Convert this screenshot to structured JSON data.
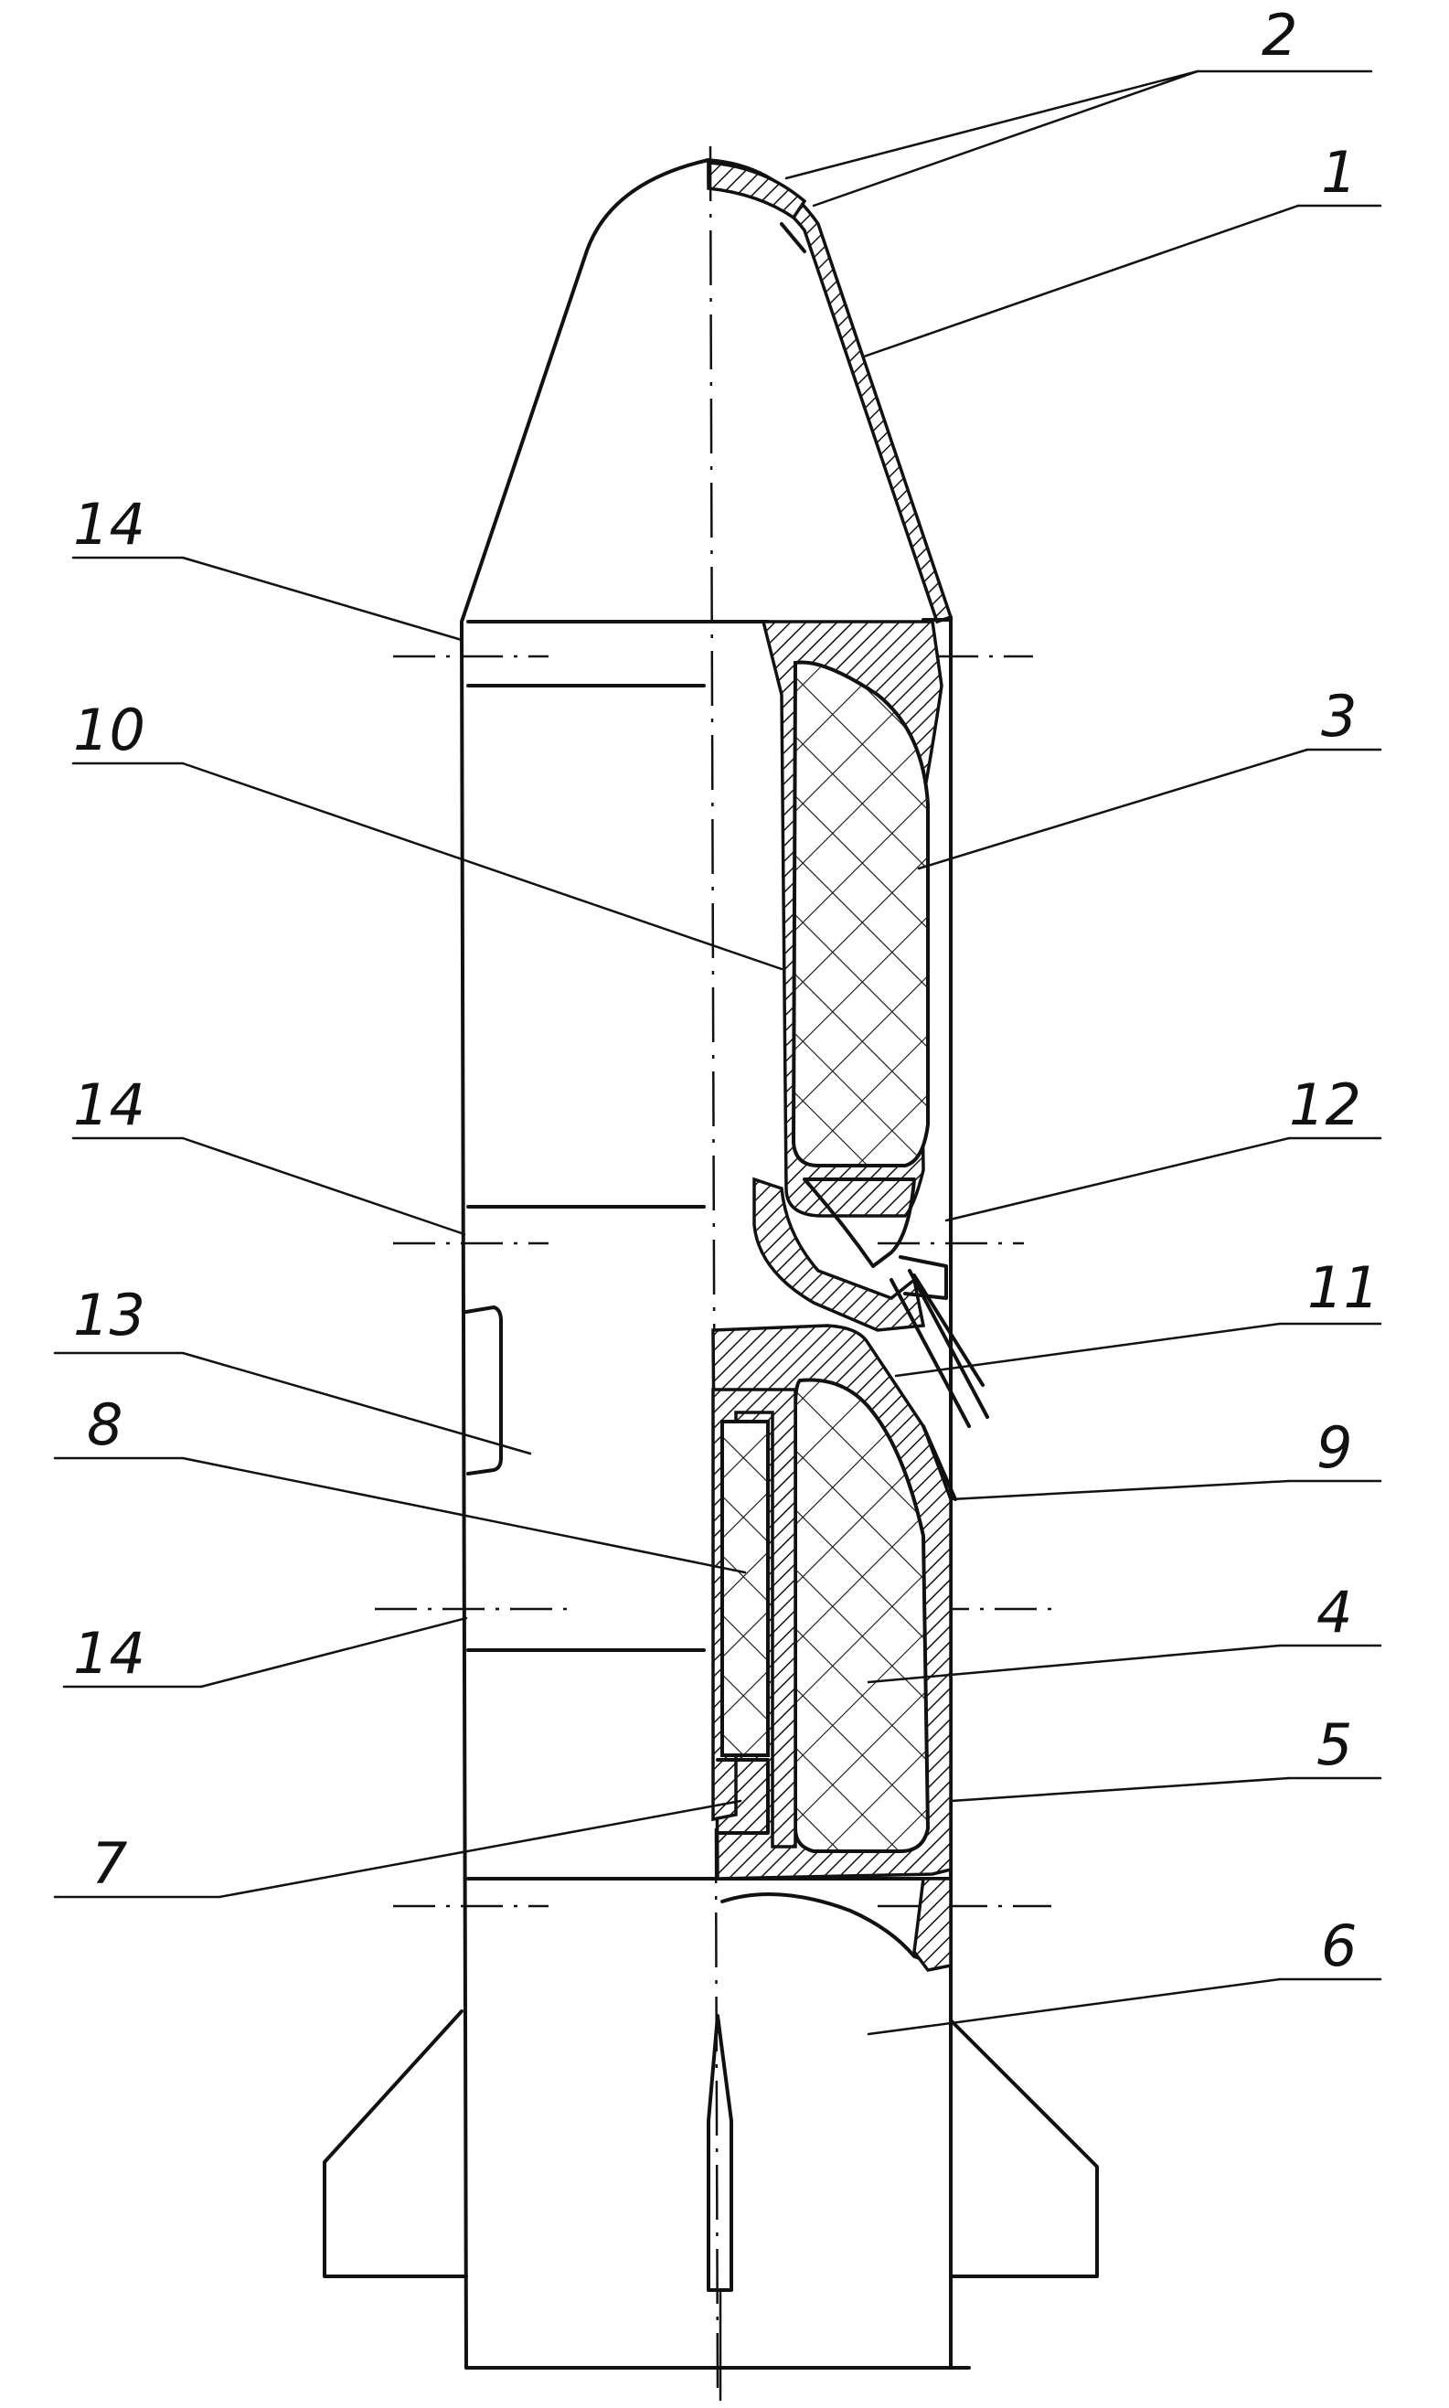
{
  "callouts": [
    {
      "id": "c2",
      "text": "2"
    },
    {
      "id": "c1",
      "text": "1"
    },
    {
      "id": "c14a",
      "text": "14"
    },
    {
      "id": "c10",
      "text": "10"
    },
    {
      "id": "c3",
      "text": "3"
    },
    {
      "id": "c14b",
      "text": "14"
    },
    {
      "id": "c12",
      "text": "12"
    },
    {
      "id": "c13",
      "text": "13"
    },
    {
      "id": "c11",
      "text": "11"
    },
    {
      "id": "c8",
      "text": "8"
    },
    {
      "id": "c9",
      "text": "9"
    },
    {
      "id": "c14c",
      "text": "14"
    },
    {
      "id": "c4",
      "text": "4"
    },
    {
      "id": "c5",
      "text": "5"
    },
    {
      "id": "c7",
      "text": "7"
    },
    {
      "id": "c6",
      "text": "6"
    }
  ],
  "colors": {
    "ink": "#111111",
    "paper": "#ffffff"
  }
}
